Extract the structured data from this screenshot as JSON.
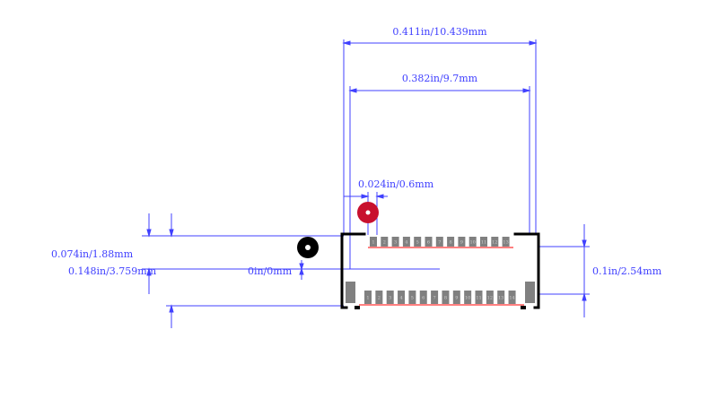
{
  "colors": {
    "dimension": "#4040ff",
    "outline": "#000000",
    "pad": "#808080",
    "pad_label": "#d0d0d0",
    "pin1_marker": "#c8102e",
    "origin_marker": "#000000",
    "edge_line": "#ff0000"
  },
  "dimensions": {
    "overall_width": "0.411in/10.439mm",
    "inner_width": "0.382in/9.7mm",
    "pitch": "0.024in/0.6mm",
    "offset_a": "0.074in/1.88mm",
    "offset_b": "0.148in/3.759mm",
    "origin": "0in/0mm",
    "row_spacing": "0.1in/2.54mm"
  },
  "pads": {
    "top_row_count": 13,
    "bottom_row_count": 14
  },
  "icons": {
    "pin1": "pin-1-marker-icon",
    "origin": "origin-marker-icon"
  }
}
